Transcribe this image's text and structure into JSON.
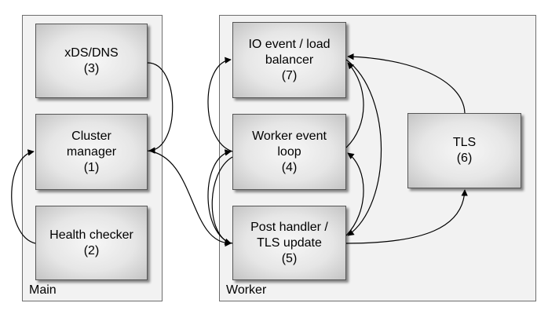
{
  "containers": {
    "main": {
      "label": "Main"
    },
    "worker": {
      "label": "Worker"
    }
  },
  "nodes": {
    "xds_dns": {
      "line1": "xDS/DNS",
      "line2": "(3)"
    },
    "cluster_manager": {
      "line1": "Cluster",
      "line2": "manager",
      "line3": "(1)"
    },
    "health_checker": {
      "line1": "Health checker",
      "line2": "(2)"
    },
    "io_event": {
      "line1": "IO event / load",
      "line2": "balancer",
      "line3": "(7)"
    },
    "worker_event_loop": {
      "line1": "Worker event",
      "line2": "loop",
      "line3": "(4)"
    },
    "post_handler": {
      "line1": "Post handler /",
      "line2": "TLS update",
      "line3": "(5)"
    },
    "tls": {
      "line1": "TLS",
      "line2": "(6)"
    }
  },
  "edges": [
    {
      "from": "xds_dns",
      "to": "cluster_manager"
    },
    {
      "from": "health_checker",
      "to": "cluster_manager"
    },
    {
      "from": "cluster_manager",
      "to": "post_handler"
    },
    {
      "from": "post_handler",
      "to": "worker_event_loop"
    },
    {
      "from": "worker_event_loop",
      "to": "io_event"
    },
    {
      "from": "io_event",
      "to": "post_handler"
    },
    {
      "from": "worker_event_loop",
      "to": "post_handler"
    },
    {
      "from": "post_handler",
      "to": "tls"
    },
    {
      "from": "tls",
      "to": "io_event"
    }
  ]
}
